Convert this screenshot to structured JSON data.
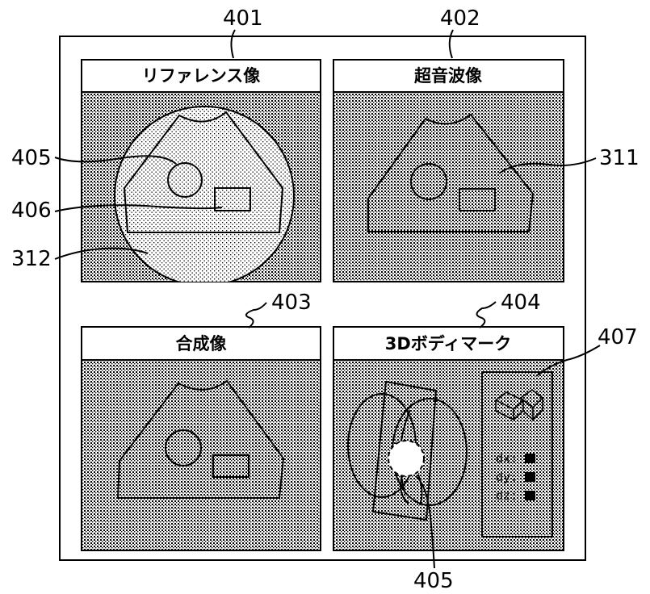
{
  "panels": [
    {
      "ref": "401",
      "title": "リファレンス像"
    },
    {
      "ref": "402",
      "title": "超音波像"
    },
    {
      "ref": "403",
      "title": "合成像"
    },
    {
      "ref": "404",
      "title": "3Dボディマーク"
    }
  ],
  "callouts": {
    "c405_top": "405",
    "c406": "406",
    "c312": "312",
    "c311": "311",
    "c407": "407",
    "c405_bottom": "405"
  },
  "offsets": [
    {
      "label": "dx:"
    },
    {
      "label": "dy:"
    },
    {
      "label": "dz:"
    }
  ],
  "colors": {
    "line": "#000000",
    "background": "#ffffff"
  }
}
